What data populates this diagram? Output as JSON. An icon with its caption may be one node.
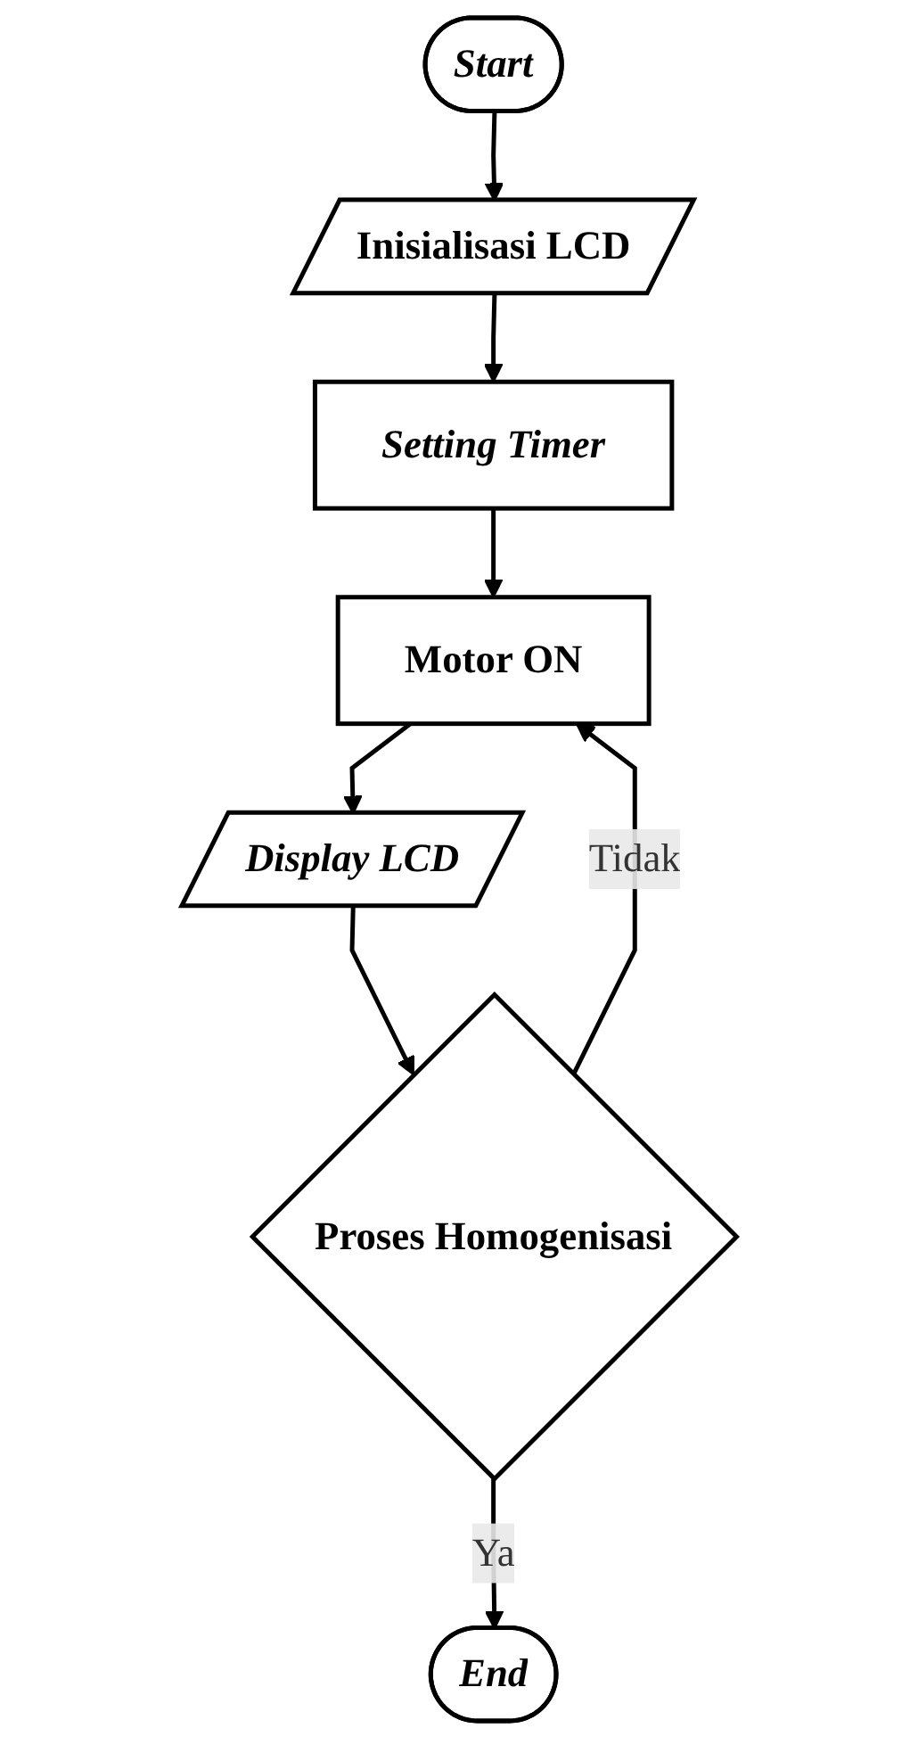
{
  "diagram": {
    "nodes": [
      {
        "text": [
          "Start"
        ]
      },
      {
        "text": [
          "Inisialisasi LCD"
        ]
      },
      {
        "text": [
          "Setting Timer"
        ]
      },
      {
        "text": [
          "Motor ON"
        ]
      },
      {
        "text": [
          "Display LCD"
        ]
      },
      {
        "text": [
          "Proses Homogenisasi"
        ]
      },
      {
        "text": [
          "End"
        ]
      }
    ],
    "edges": [
      {
        "from": 0,
        "to": 1,
        "arrow": "to"
      },
      {
        "from": 1,
        "to": 2,
        "arrow": "to"
      },
      {
        "from": 2,
        "to": 3,
        "arrow": "to"
      },
      {
        "from": 3,
        "to": 4,
        "arrow": "to"
      },
      {
        "from": 4,
        "to": 5,
        "arrow": "to"
      },
      {
        "from": 5,
        "to": 3,
        "arrow": "to",
        "label": "Tidak"
      },
      {
        "from": 5,
        "to": 6,
        "arrow": "to",
        "label": "Ya"
      }
    ]
  }
}
